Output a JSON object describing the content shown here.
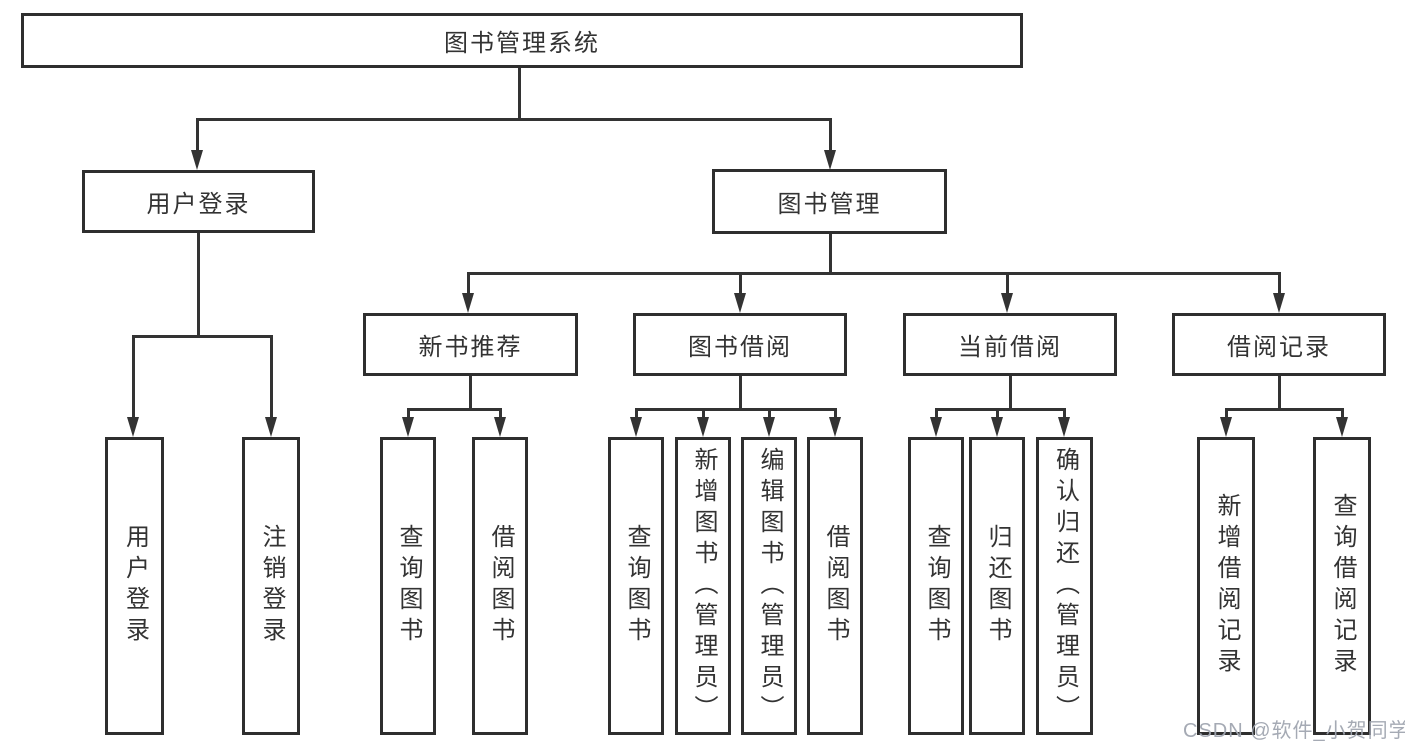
{
  "diagram": {
    "type": "hierarchy-tree",
    "line_color": "#333333",
    "box_border_color": "#2e2e2e",
    "background_color": "#ffffff",
    "watermark": "CSDN @软件_小贺同学",
    "nodes": {
      "root": "图书管理系统",
      "user_login": "用户登录",
      "book_mgmt": "图书管理",
      "new_book_rec": "新书推荐",
      "book_borrow": "图书借阅",
      "current_borrow": "当前借阅",
      "borrow_records": "借阅记录",
      "leaf_user_login": "用户登录",
      "leaf_logout": "注销登录",
      "leaf_query_book_rec": "查询图书",
      "leaf_borrow_book_rec": "借阅图书",
      "leaf_query_book_borrow": "查询图书",
      "leaf_add_book_admin": "新增图书（管理员）",
      "leaf_edit_book_admin": "编辑图书（管理员）",
      "leaf_borrow_book": "借阅图书",
      "leaf_query_book_current": "查询图书",
      "leaf_return_book": "归还图书",
      "leaf_confirm_return_admin": "确认归还（管理员）",
      "leaf_add_borrow_record": "新增借阅记录",
      "leaf_query_borrow_record": "查询借阅记录"
    },
    "hierarchy": {
      "图书管理系统": {
        "用户登录": [
          "用户登录",
          "注销登录"
        ],
        "图书管理": {
          "新书推荐": [
            "查询图书",
            "借阅图书"
          ],
          "图书借阅": [
            "查询图书",
            "新增图书（管理员）",
            "编辑图书（管理员）",
            "借阅图书"
          ],
          "当前借阅": [
            "查询图书",
            "归还图书",
            "确认归还（管理员）"
          ],
          "借阅记录": [
            "新增借阅记录",
            "查询借阅记录"
          ]
        }
      }
    }
  }
}
